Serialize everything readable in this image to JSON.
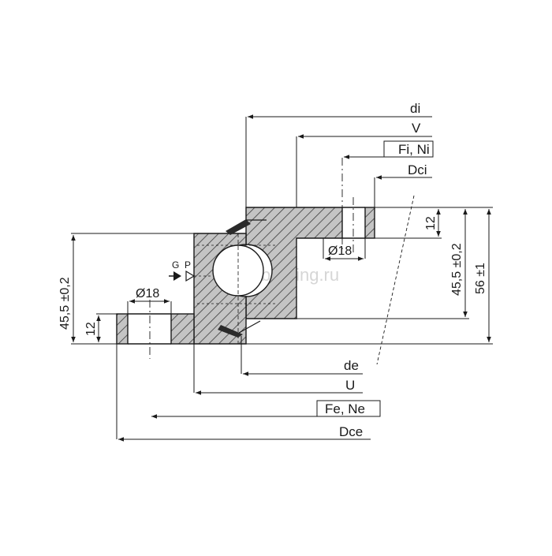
{
  "diagram": {
    "labels": {
      "di": "di",
      "V": "V",
      "FiNi": "Fi, Ni",
      "Dci": "Dci",
      "de": "de",
      "U": "U",
      "FeNe": "Fe, Ne",
      "Dce": "Dce"
    },
    "dimensions": {
      "hole_top": "Ø18",
      "hole_bottom": "Ø18",
      "h12_right": "12",
      "h12_left": "12",
      "h455_right": "45,5 ±0,2",
      "h455_left": "45,5 ±0,2",
      "h56": "56 ±1"
    },
    "markers": {
      "G": "G",
      "P": "P"
    },
    "watermark": "technobearing.ru"
  }
}
